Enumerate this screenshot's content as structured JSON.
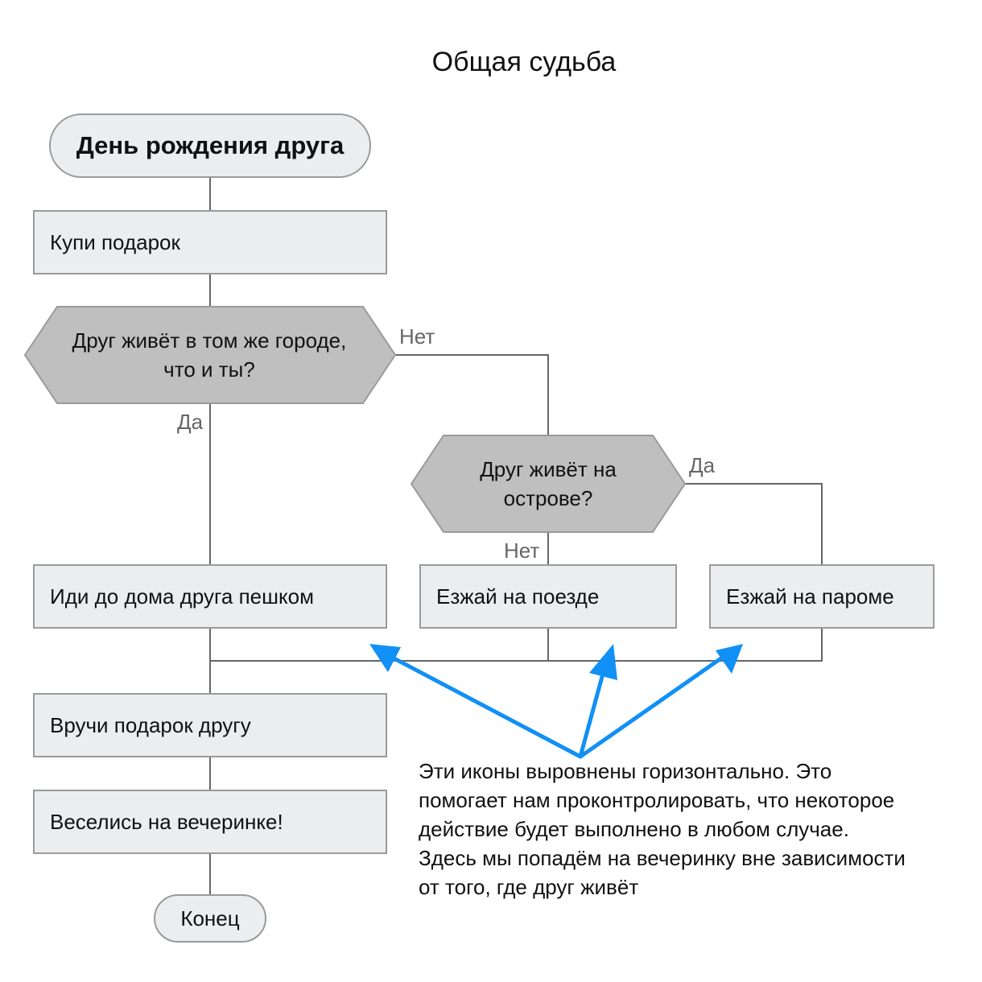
{
  "title": "Общая судьба",
  "nodes": {
    "start": "День рождения друга",
    "buy_gift": "Купи подарок",
    "decision_same_city": "Друг живёт в том же городе,\nчто и ты?",
    "walk": "Иди до дома друга пешком",
    "decision_island": "Друг живёт на\nострове?",
    "train": "Езжай на поезде",
    "ferry": "Езжай на пароме",
    "give_gift": "Вручи подарок другу",
    "party": "Веселись на вечеринке!",
    "end": "Конец"
  },
  "edge_labels": {
    "same_city_no": "Нет",
    "same_city_yes": "Да",
    "island_yes": "Да",
    "island_no": "Нет"
  },
  "annotation": "Эти иконы выровнены горизонтально. Это\nпомогает нам проконтролировать, что некоторое\nдействие будет выполнено в любом случае.\nЗдесь мы попадём на вечеринку вне зависимости\nот того, где друг живёт",
  "colors": {
    "node_fill": "#ecedef",
    "decision_fill": "#c0bfc0",
    "border": "#9a9a9a",
    "line": "#666666",
    "arrow": "#1190f5"
  }
}
